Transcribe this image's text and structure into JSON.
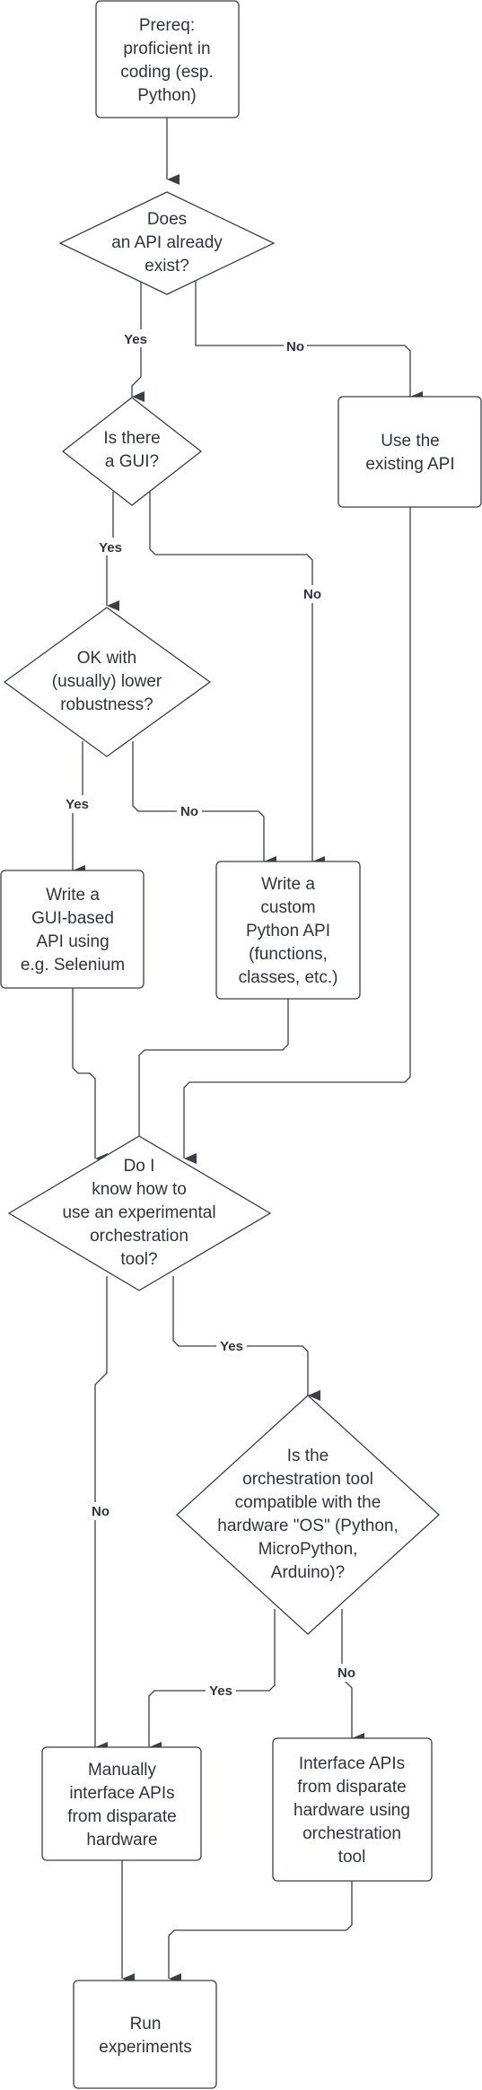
{
  "nodes": {
    "prereq": {
      "lines": [
        "Prereq:",
        "proficient in",
        "coding (esp.",
        "Python)"
      ]
    },
    "api_exists": {
      "lines": [
        "Does",
        "an API already",
        "exist?"
      ]
    },
    "use_existing_api": {
      "lines": [
        "Use the",
        "existing API"
      ]
    },
    "gui": {
      "lines": [
        "Is there",
        "a GUI?"
      ]
    },
    "lower_robustness": {
      "lines": [
        "OK with",
        "(usually) lower",
        "robustness?"
      ]
    },
    "gui_api": {
      "lines": [
        "Write a",
        "GUI-based",
        "API using",
        "e.g. Selenium"
      ]
    },
    "custom_api": {
      "lines": [
        "Write a",
        "custom",
        "Python API",
        "(functions,",
        "classes, etc.)"
      ]
    },
    "orch_knowledge": {
      "lines": [
        "Do I",
        "know how to",
        "use an experimental",
        "orchestration",
        "tool?"
      ]
    },
    "compatible": {
      "lines": [
        "Is the",
        "orchestration tool",
        "compatible with the",
        "hardware \"OS\" (Python,",
        "MicroPython,",
        "Arduino)?"
      ]
    },
    "manual_interface": {
      "lines": [
        "Manually",
        "interface APIs",
        "from disparate",
        "hardware"
      ]
    },
    "orch_interface": {
      "lines": [
        "Interface APIs",
        "from disparate",
        "hardware using",
        "orchestration",
        "tool"
      ]
    },
    "run": {
      "lines": [
        "Run",
        "experiments"
      ]
    }
  },
  "edge_labels": {
    "api_yes": "Yes",
    "api_no": "No",
    "gui_yes": "Yes",
    "gui_no": "No",
    "robust_yes": "Yes",
    "robust_no": "No",
    "orch_yes": "Yes",
    "orch_no": "No",
    "compat_yes": "Yes",
    "compat_no": "No"
  },
  "colors": {
    "stroke": "#3a3f47",
    "text": "#2e3440",
    "background": "#ffffff"
  }
}
